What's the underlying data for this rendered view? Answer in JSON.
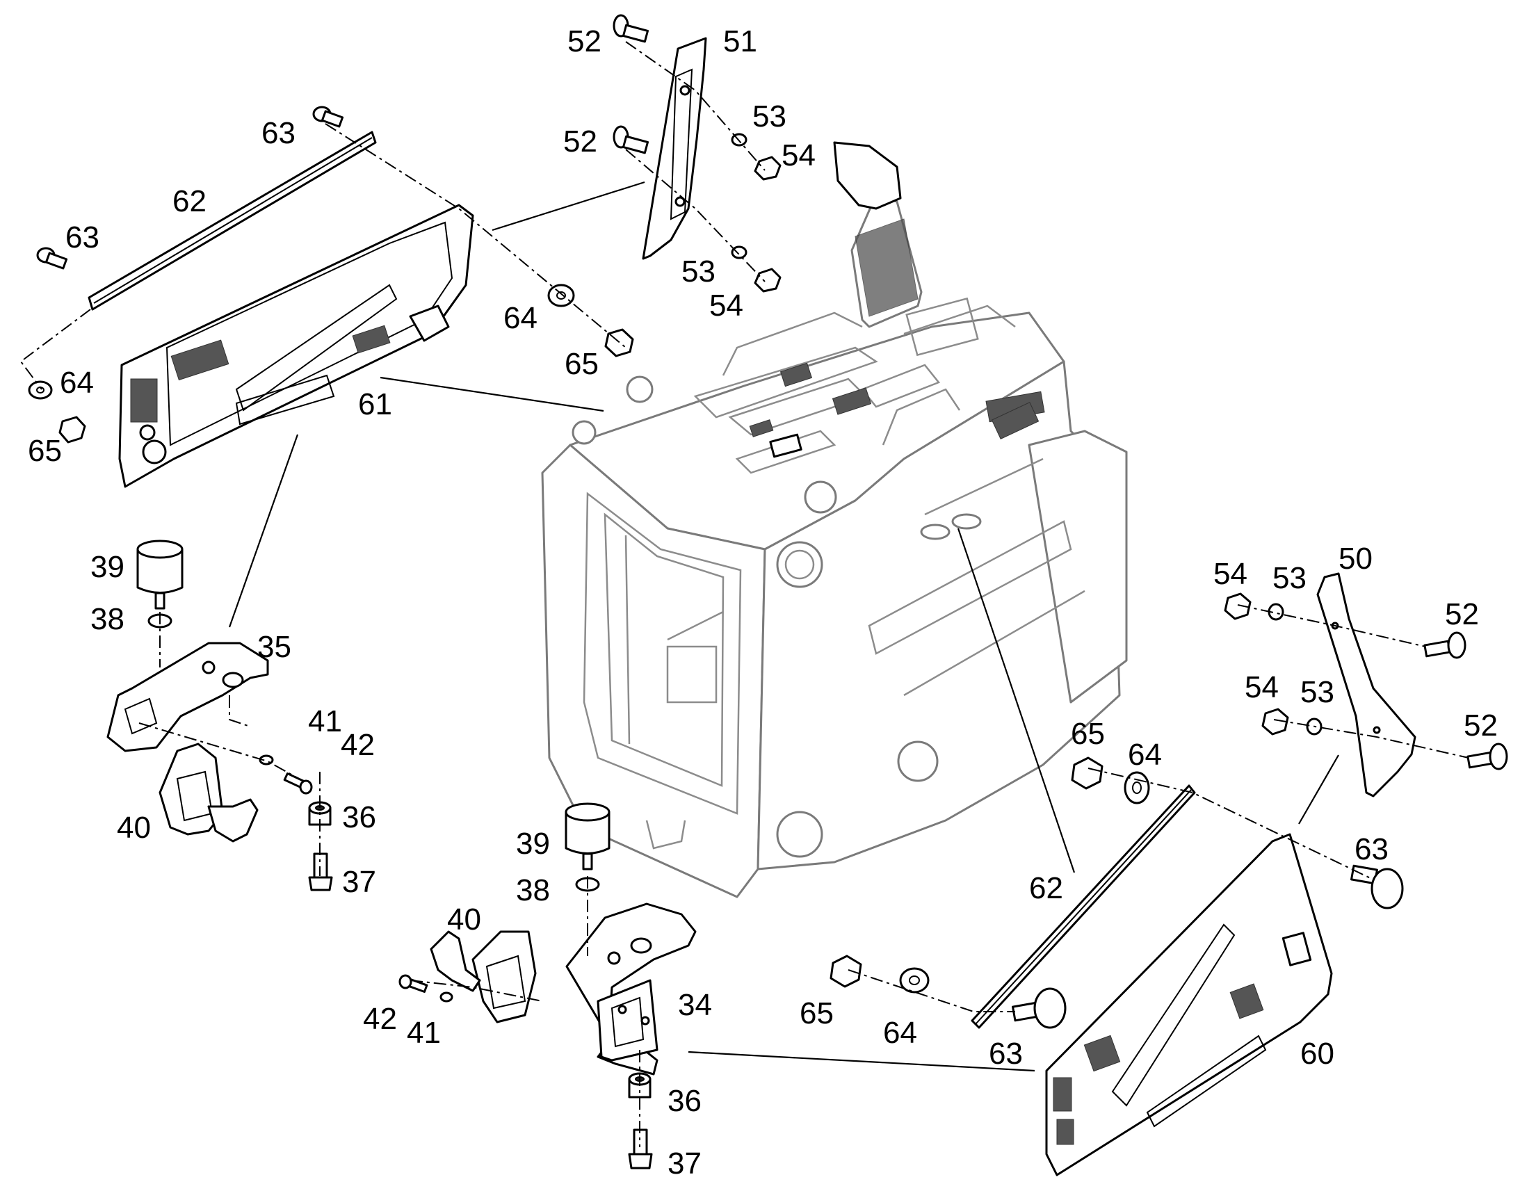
{
  "callouts": {
    "c50": "50",
    "c51": "51",
    "c52a": "52",
    "c52b": "52",
    "c52c": "52",
    "c52d": "52",
    "c53a": "53",
    "c53b": "53",
    "c53c": "53",
    "c53d": "53",
    "c54a": "54",
    "c54b": "54",
    "c54c": "54",
    "c54d": "54",
    "c62a": "62",
    "c62b": "62",
    "c63a": "63",
    "c63b": "63",
    "c63c": "63",
    "c63d": "63",
    "c64a": "64",
    "c64b": "64",
    "c64c": "64",
    "c64d": "64",
    "c65a": "65",
    "c65b": "65",
    "c65c": "65",
    "c65d": "65",
    "c61": "61",
    "c60": "60",
    "c39a": "39",
    "c39b": "39",
    "c38a": "38",
    "c38b": "38",
    "c35": "35",
    "c34": "34",
    "c40a": "40",
    "c40b": "40",
    "c41a": "41",
    "c41b": "41",
    "c42a": "42",
    "c42b": "42",
    "c36a": "36",
    "c36b": "36",
    "c37a": "37",
    "c37b": "37"
  }
}
